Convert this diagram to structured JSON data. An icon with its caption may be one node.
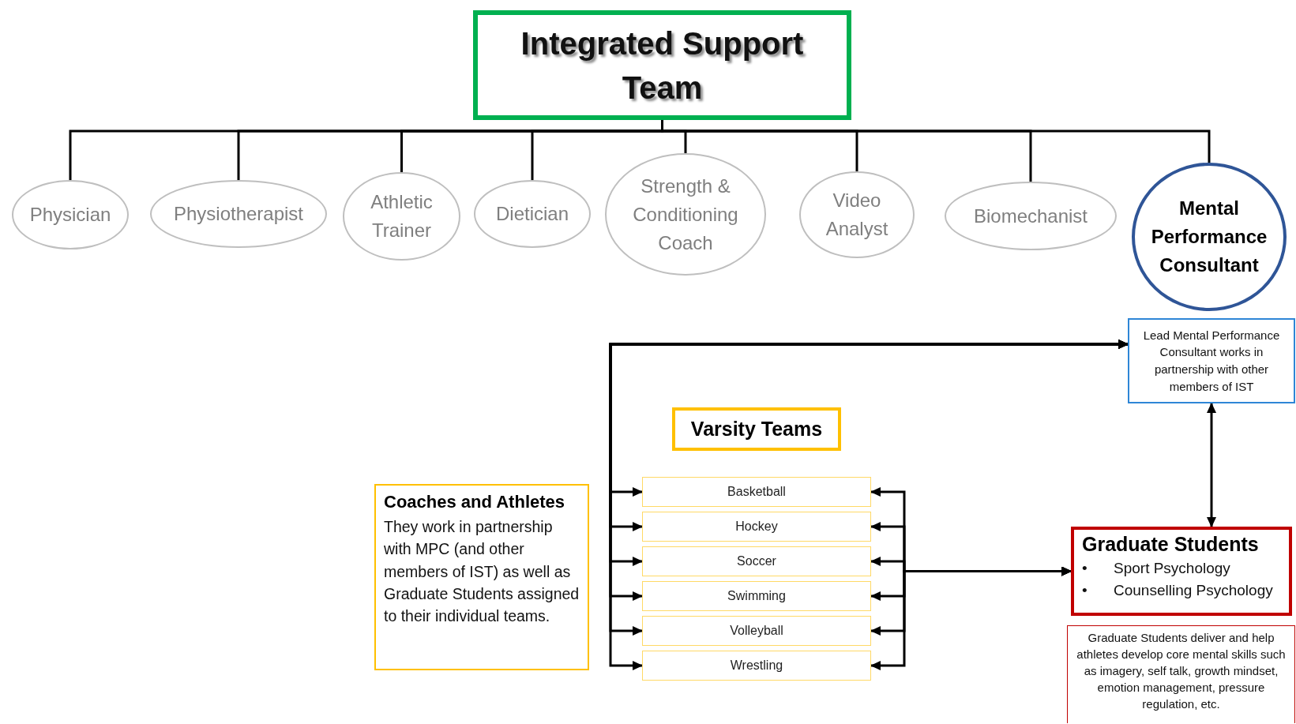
{
  "diagram": {
    "nodes": [
      {
        "text": [
          "Integrated Support Team"
        ]
      },
      {
        "text": [
          "Physician"
        ]
      },
      {
        "text": [
          "Physiotherapist"
        ]
      },
      {
        "text": [
          "Athletic Trainer"
        ]
      },
      {
        "text": [
          "Dietician"
        ]
      },
      {
        "text": [
          "Strength & Conditioning Coach"
        ]
      },
      {
        "text": [
          "Video Analyst"
        ]
      },
      {
        "text": [
          "Biomechanist"
        ]
      },
      {
        "text": [
          "Mental Performance Consultant"
        ]
      },
      {
        "text": [
          "Lead Mental Performance Consultant works in partnership with other members of IST"
        ]
      },
      {
        "text": [
          "Varsity Teams"
        ]
      },
      {
        "text": [
          "Coaches and Athletes",
          "They work in partnership with MPC (and other members of IST) as well as Graduate Students assigned to their individual teams."
        ]
      },
      {
        "text": [
          "Basketball"
        ]
      },
      {
        "text": [
          "Hockey"
        ]
      },
      {
        "text": [
          "Soccer"
        ]
      },
      {
        "text": [
          "Swimming"
        ]
      },
      {
        "text": [
          "Volleyball"
        ]
      },
      {
        "text": [
          "Wrestling"
        ]
      },
      {
        "text": [
          "Graduate Students",
          "•",
          "Sport Psychology",
          "•",
          "Counselling Psychology"
        ]
      },
      {
        "text": [
          "Graduate Students deliver and help athletes develop core mental skills such as imagery, self talk, growth mindset, emotion management, pressure regulation, etc."
        ]
      }
    ],
    "edges": [
      {
        "from": 0,
        "to": 1,
        "arrow": "none"
      },
      {
        "from": 0,
        "to": 2,
        "arrow": "none"
      },
      {
        "from": 0,
        "to": 3,
        "arrow": "none"
      },
      {
        "from": 0,
        "to": 4,
        "arrow": "none"
      },
      {
        "from": 0,
        "to": 5,
        "arrow": "none"
      },
      {
        "from": 0,
        "to": 6,
        "arrow": "none"
      },
      {
        "from": 0,
        "to": 7,
        "arrow": "none"
      },
      {
        "from": 0,
        "to": 8,
        "arrow": "none"
      },
      {
        "from": 9,
        "to": 12,
        "arrow": "both"
      },
      {
        "from": 9,
        "to": 13,
        "arrow": "both"
      },
      {
        "from": 9,
        "to": 14,
        "arrow": "both"
      },
      {
        "from": 9,
        "to": 15,
        "arrow": "both"
      },
      {
        "from": 9,
        "to": 16,
        "arrow": "both"
      },
      {
        "from": 9,
        "to": 17,
        "arrow": "both"
      },
      {
        "from": 18,
        "to": 12,
        "arrow": "both"
      },
      {
        "from": 18,
        "to": 13,
        "arrow": "both"
      },
      {
        "from": 18,
        "to": 14,
        "arrow": "both"
      },
      {
        "from": 18,
        "to": 15,
        "arrow": "both"
      },
      {
        "from": 18,
        "to": 16,
        "arrow": "both"
      },
      {
        "from": 18,
        "to": 17,
        "arrow": "both"
      },
      {
        "from": 9,
        "to": 18,
        "arrow": "both"
      }
    ]
  }
}
